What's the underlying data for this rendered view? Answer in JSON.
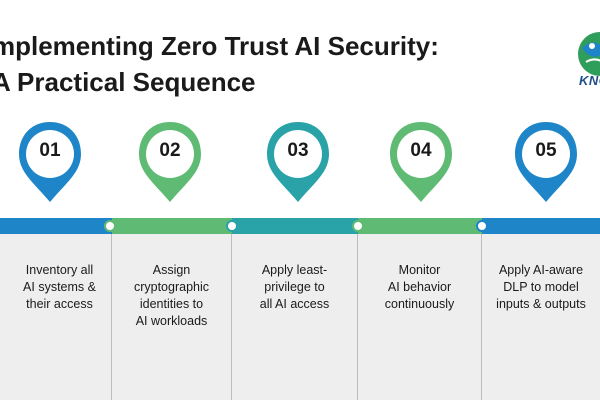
{
  "title": {
    "line1": "mplementing Zero Trust AI Security:",
    "line2": "A Practical Sequence"
  },
  "logo": {
    "icon": "brain-globe-logo",
    "text": "KNO"
  },
  "colors": {
    "blue": "#1e86c8",
    "green": "#5fbb73",
    "teal": "#2aa3a8",
    "text": "#1a1a1a",
    "card_bg": "#eeeeee"
  },
  "steps": [
    {
      "number": "01",
      "text": "Inventory all\nAI systems &\ntheir access",
      "color": "#1e86c8"
    },
    {
      "number": "02",
      "text": "Assign\ncryptographic\nidentities to\nAI workloads",
      "color": "#5fbb73"
    },
    {
      "number": "03",
      "text": "Apply least-\nprivilege to\nall AI access",
      "color": "#2aa3a8"
    },
    {
      "number": "04",
      "text": "Monitor\nAI behavior\ncontinuously",
      "color": "#5fbb73"
    },
    {
      "number": "05",
      "text": "Apply AI-aware\nDLP to model\ninputs & outputs",
      "color": "#1e86c8"
    }
  ]
}
